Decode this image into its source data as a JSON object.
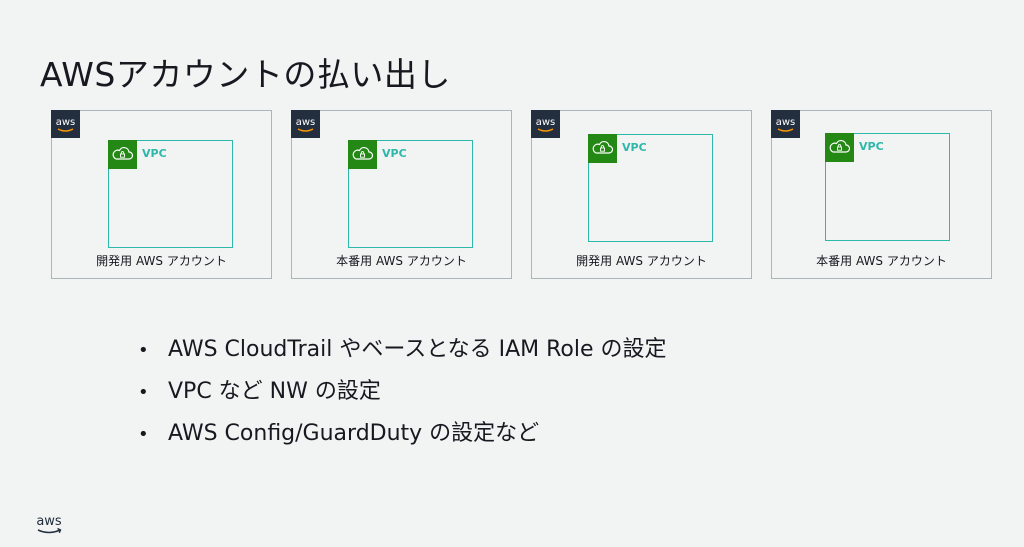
{
  "slide": {
    "title": "AWSアカウントの払い出し"
  },
  "accounts": [
    {
      "label": "開発用 AWS アカウント",
      "vpc_label": "VPC"
    },
    {
      "label": "本番用 AWS アカウント",
      "vpc_label": "VPC"
    },
    {
      "label": "開発用 AWS アカウント",
      "vpc_label": "VPC"
    },
    {
      "label": "本番用 AWS アカウント",
      "vpc_label": "VPC"
    }
  ],
  "bullets": [
    "AWS CloudTrail やベースとなる IAM Role の設定",
    "VPC など NW の設定",
    "AWS Config/GuardDuty の設定など"
  ],
  "icons": {
    "account_badge": "aws-logo-icon",
    "vpc": "vpc-cloud-lock-icon",
    "footer": "aws-logo-icon"
  },
  "colors": {
    "background": "#f2f3f3",
    "aws_badge": "#232f3e",
    "vpc_border": "#2eb8aa",
    "vpc_icon": "#248814",
    "account_border": "#aab7b8"
  }
}
